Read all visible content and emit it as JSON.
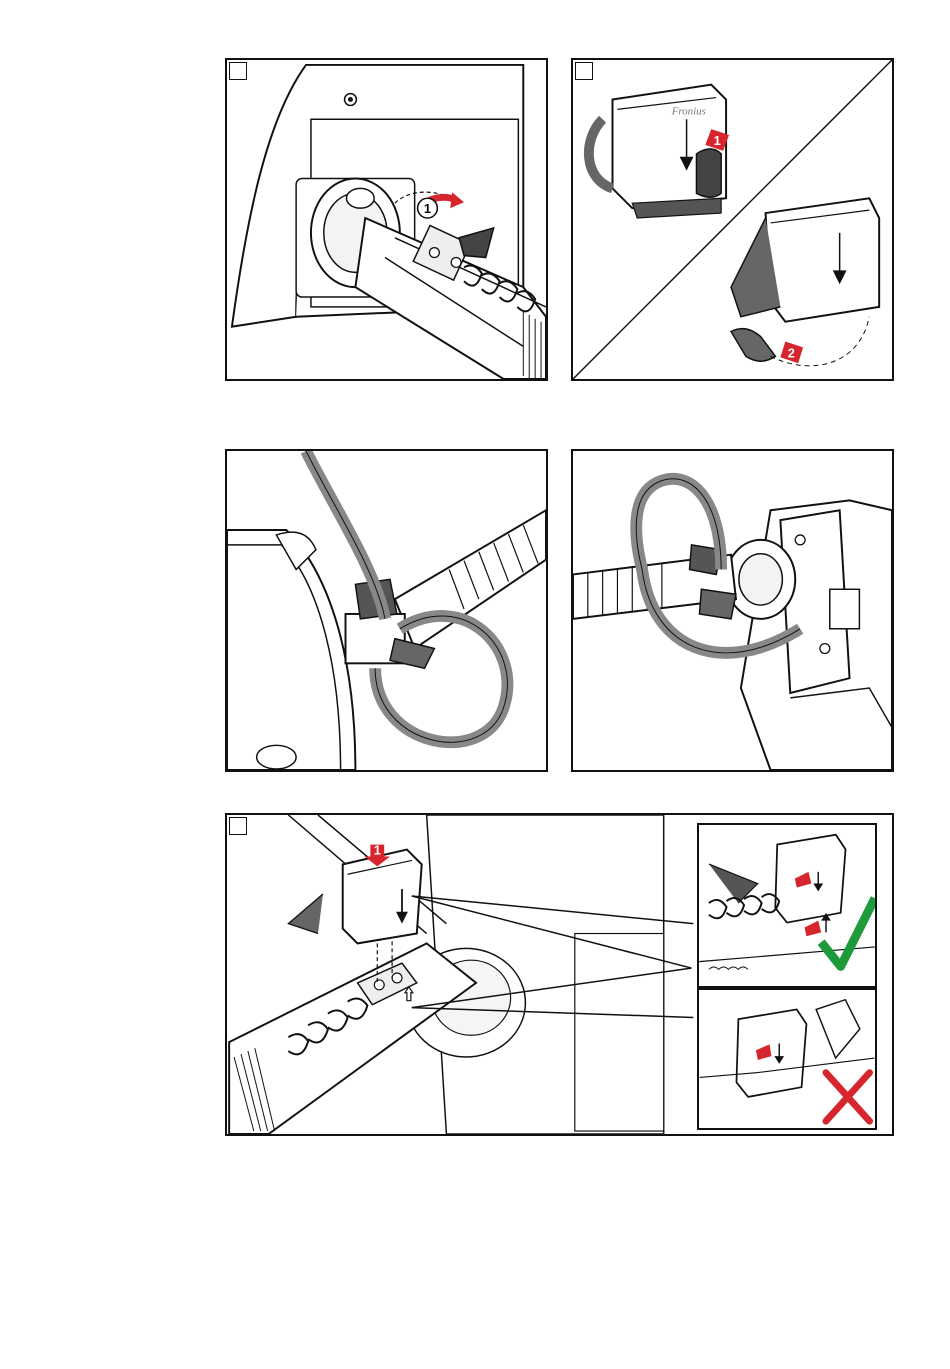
{
  "panels": [
    {
      "callouts": [
        "1"
      ]
    },
    {
      "callouts": [
        "1",
        "2"
      ],
      "logo": "Fronius"
    },
    {
      "callouts": []
    },
    {
      "callouts": []
    },
    {
      "callouts": [
        "1"
      ],
      "insets": [
        {
          "status": "correct",
          "icon": "check-mark-icon"
        },
        {
          "status": "incorrect",
          "icon": "cross-mark-icon"
        }
      ]
    }
  ],
  "colors": {
    "arrow_red": "#d6252c",
    "check_green": "#1e9a3a",
    "cross_red": "#d6252c",
    "line": "#111111",
    "hose": "#8a8a8a"
  }
}
